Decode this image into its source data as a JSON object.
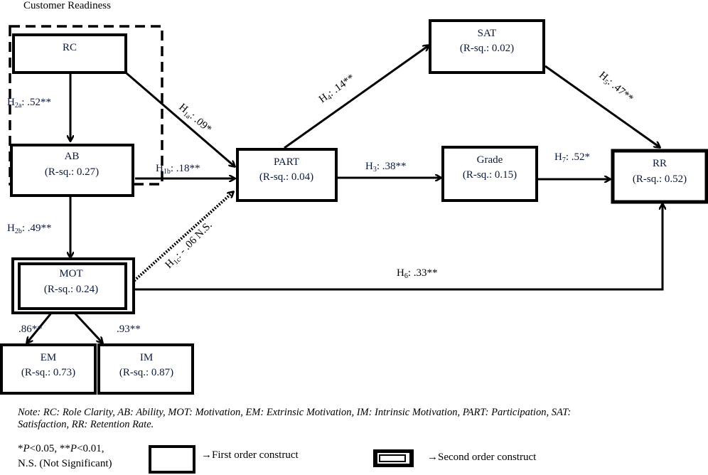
{
  "group_label": "Customer Readiness",
  "nodes": {
    "rc": {
      "name": "RC",
      "rsq": ""
    },
    "ab": {
      "name": "AB",
      "rsq": "(R-sq.: 0.27)"
    },
    "mot": {
      "name": "MOT",
      "rsq": "(R-sq.: 0.24)"
    },
    "em": {
      "name": "EM",
      "rsq": "(R-sq.: 0.73)"
    },
    "im": {
      "name": "IM",
      "rsq": "(R-sq.: 0.87)"
    },
    "part": {
      "name": "PART",
      "rsq": "(R-sq.: 0.04)"
    },
    "sat": {
      "name": "SAT",
      "rsq": "(R-sq.: 0.02)"
    },
    "grade": {
      "name": "Grade",
      "rsq": "(R-sq.: 0.15)"
    },
    "rr": {
      "name": "RR",
      "rsq": "(R-sq.: 0.52)"
    }
  },
  "paths": {
    "h2a": {
      "h": "H",
      "sub": "2a",
      "val": ": .52**"
    },
    "h2b": {
      "h": "H",
      "sub": "2b",
      "val": ": .49**"
    },
    "h1a": {
      "h": "H",
      "sub": "1a",
      "val": ": .09*"
    },
    "h1b": {
      "h": "H",
      "sub": "1b",
      "val": ": .18**"
    },
    "h1c": {
      "h": "H",
      "sub": "1c",
      "val": ": - .06 N.S."
    },
    "h3": {
      "h": "H",
      "sub": "3",
      "val": ": .38**"
    },
    "h4": {
      "h": "H",
      "sub": "4",
      "val": ": .14**"
    },
    "h5": {
      "h": "H",
      "sub": "5",
      "val": ": .47**"
    },
    "h6": {
      "h": "H",
      "sub": "6",
      "val": ": .33**"
    },
    "h7": {
      "h": "H",
      "sub": "7",
      "val": ": .52*"
    },
    "em_load": {
      "val": ".86**"
    },
    "im_load": {
      "val": ".93**"
    }
  },
  "note": {
    "line1": "Note: RC: Role Clarity, AB: Ability, MOT: Motivation, EM: Extrinsic Motivation, IM: Intrinsic Motivation, PART: Participation, SAT:",
    "line2": "Satisfaction, RR: Retention Rate."
  },
  "legend": {
    "sig_line1_a": "*",
    "sig_line1_p1": "P",
    "sig_line1_b": "<0.05, **",
    "sig_line1_p2": "P",
    "sig_line1_c": "<0.01,",
    "sig_line2": "N.S. (Not Significant)",
    "first_order": "→First order construct",
    "second_order": "→Second order construct"
  }
}
